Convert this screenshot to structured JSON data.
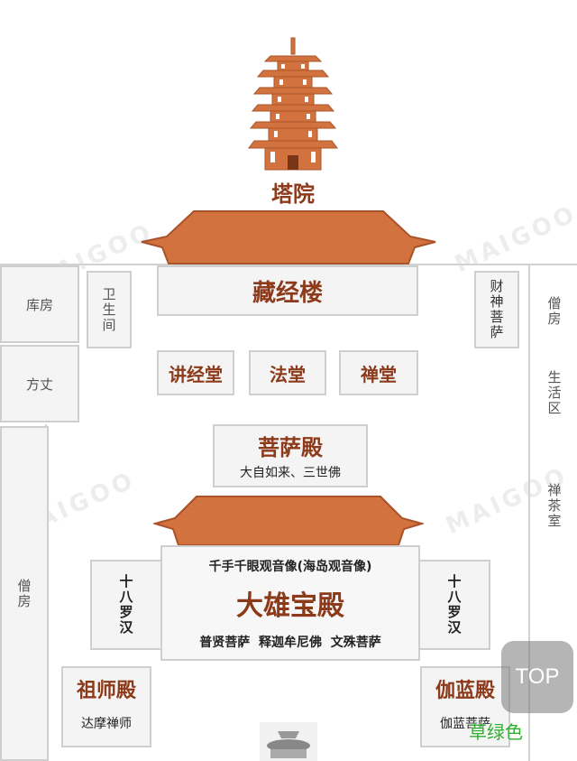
{
  "pagoda": {
    "label": "塔院"
  },
  "sutra_library": {
    "label": "藏经楼"
  },
  "storeroom": {
    "label": "库房"
  },
  "abbot": {
    "label": "方丈"
  },
  "toilet": {
    "label": "卫生间"
  },
  "monk_quarters_left": {
    "label": "僧房"
  },
  "wealth_god": {
    "label": "财神菩萨"
  },
  "monk_quarters_right": {
    "label": "僧房"
  },
  "living_area": {
    "label": "生活区"
  },
  "zen_tea_room": {
    "label": "禅茶室"
  },
  "lecture_hall": {
    "label": "讲经堂"
  },
  "dharma_hall": {
    "label": "法堂"
  },
  "zen_hall": {
    "label": "禅堂"
  },
  "bodhisattva_hall": {
    "label": "菩萨殿",
    "subtitle": "大自如来、三世佛"
  },
  "main_hall": {
    "label": "大雄宝殿",
    "top_text": "千手千眼观音像(海岛观音像)",
    "bottom_text": "普贤菩萨  释迦牟尼佛  文殊菩萨"
  },
  "arhats_left": {
    "label": "十八罗汉"
  },
  "arhats_right": {
    "label": "十八罗汉"
  },
  "patriarch_hall": {
    "label": "祖师殿",
    "subtitle": "达摩禅师"
  },
  "sangharama_hall": {
    "label": "伽蓝殿",
    "subtitle": "伽蓝菩萨"
  },
  "top_button": {
    "label": "TOP"
  },
  "username_watermark": {
    "label": "草绿色"
  },
  "watermark": {
    "label": "MAIGOO"
  },
  "colors": {
    "roof": "#d2733f",
    "roof_outline": "#a9532a",
    "hall_text": "#8c3a1a",
    "box_bg": "#f4f4f4",
    "box_border": "#cfcfcf"
  }
}
